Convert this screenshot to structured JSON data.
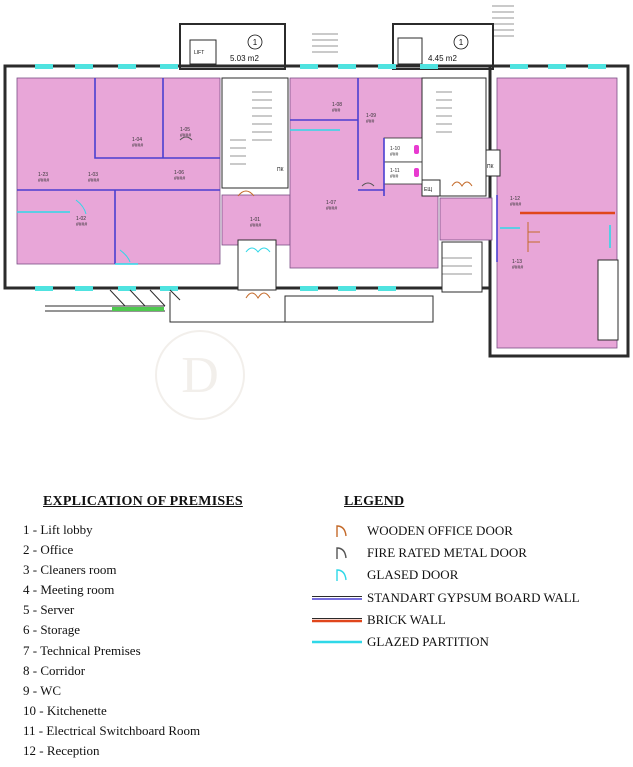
{
  "plan": {
    "labels": {
      "lift": "LIFT",
      "area_left": "5.03 m2",
      "area_right": "4.45 m2",
      "circle_left": "1",
      "circle_right": "1",
      "pk1": "ПК",
      "pk2": "ПК",
      "ecd": "ЕЩ",
      "watermark": "D"
    },
    "rooms": [
      {
        "code": "1-01",
        "area": "####"
      },
      {
        "code": "1-02",
        "area": "####"
      },
      {
        "code": "1-03",
        "area": "####"
      },
      {
        "code": "1-04",
        "area": "####"
      },
      {
        "code": "1-05",
        "area": "####"
      },
      {
        "code": "1-06",
        "area": "####"
      },
      {
        "code": "1-07",
        "area": "####"
      },
      {
        "code": "1-08",
        "area": "###"
      },
      {
        "code": "1-09",
        "area": "###"
      },
      {
        "code": "1-10",
        "area": "###"
      },
      {
        "code": "1-11",
        "area": "###"
      },
      {
        "code": "1-12",
        "area": "####"
      },
      {
        "code": "1-13",
        "area": "####"
      },
      {
        "code": "1-23",
        "area": "####"
      }
    ],
    "colors": {
      "room_fill": "#e8a6d8",
      "wall": "#2b2b2b",
      "window": "#4fe3e0",
      "gypsum": "#4a3fd0",
      "brick": "#e0461c",
      "glazed": "#2fd8e8",
      "wood_door": "#c46a2a",
      "metal_door": "#555555",
      "entrance_green": "#4fc94f"
    }
  },
  "explication": {
    "title": "EXPLICATION OF PREMISES",
    "items": [
      "1 - Lift lobby",
      "2 - Office",
      "3 - Cleaners room",
      "4 - Meeting room",
      "5 - Server",
      "6 - Storage",
      "7 - Technical Premises",
      "8 - Corridor",
      "9 - WC",
      "10 - Kitchenette",
      "11 - Electrical Switchboard Room",
      "12 - Reception"
    ]
  },
  "legend": {
    "title": "LEGEND",
    "items": [
      {
        "label": "WOODEN OFFICE DOOR",
        "symbol": "wood-door"
      },
      {
        "label": "FIRE RATED METAL DOOR",
        "symbol": "metal-door"
      },
      {
        "label": "GLASED DOOR",
        "symbol": "glass-door"
      },
      {
        "label": "STANDART GYPSUM BOARD WALL",
        "symbol": "gypsum-line"
      },
      {
        "label": "BRICK WALL",
        "symbol": "brick-line"
      },
      {
        "label": "GLAZED PARTITION",
        "symbol": "glazed-line"
      }
    ]
  }
}
